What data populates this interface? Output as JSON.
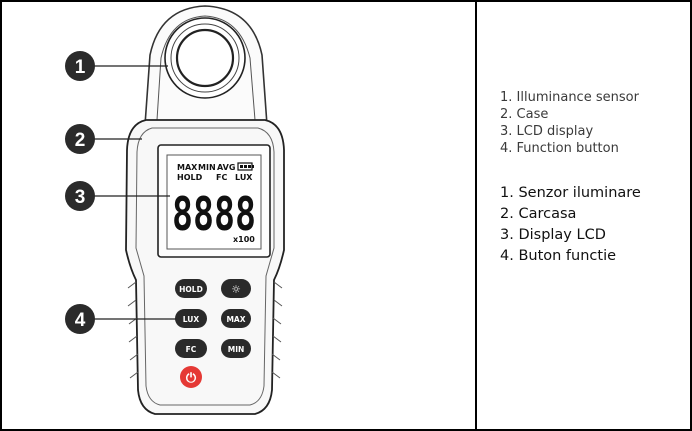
{
  "callouts": [
    {
      "number": "1"
    },
    {
      "number": "2"
    },
    {
      "number": "3"
    },
    {
      "number": "4"
    }
  ],
  "lcd": {
    "top_labels": [
      "MAX",
      "MIN",
      "AVG"
    ],
    "bottom_labels": [
      "HOLD",
      "FC",
      "LUX"
    ],
    "digits": "8888",
    "multiplier": "x100"
  },
  "buttons": {
    "hold": "HOLD",
    "light": "☼",
    "lux": "LUX",
    "max": "MAX",
    "fc": "FC",
    "min": "MIN",
    "power": "⏻"
  },
  "legend_en": [
    "1. Illuminance sensor",
    "2. Case",
    "3. LCD display",
    "4. Function button"
  ],
  "legend_ro": [
    "1. Senzor iluminare",
    "2. Carcasa",
    "3. Display LCD",
    "4. Buton functie"
  ],
  "colors": {
    "callout_fill": "#2b2b2b",
    "button_fill": "#2a2a2a",
    "power_red": "#e53935"
  }
}
